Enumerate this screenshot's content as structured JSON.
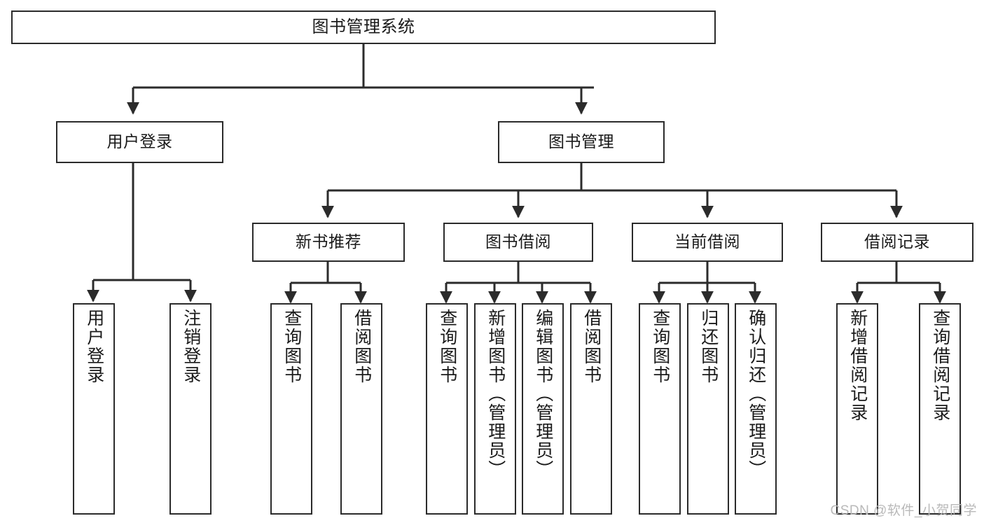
{
  "diagram": {
    "title": "图书管理系统",
    "watermark": "CSDN @软件_小贺同学",
    "colors": {
      "background": "#ffffff",
      "box_border": "#2b2b2b",
      "connector": "#2b2b2b",
      "text": "#1a1a1a",
      "watermark": "#b9b9b9"
    },
    "root": {
      "label": "图书管理系统"
    },
    "level1": [
      {
        "label": "用户登录"
      },
      {
        "label": "图书管理"
      }
    ],
    "level2": [
      {
        "label": "新书推荐"
      },
      {
        "label": "图书借阅"
      },
      {
        "label": "当前借阅"
      },
      {
        "label": "借阅记录"
      }
    ],
    "leaves": {
      "user_login": [
        {
          "label": "用户登录"
        },
        {
          "label": "注销登录"
        }
      ],
      "new_book_recommend": [
        {
          "label": "查询图书"
        },
        {
          "label": "借阅图书"
        }
      ],
      "book_borrow": [
        {
          "label": "查询图书"
        },
        {
          "label": "新增图书（管理员）"
        },
        {
          "label": "编辑图书（管理员）"
        },
        {
          "label": "借阅图书"
        }
      ],
      "current_borrow": [
        {
          "label": "查询图书"
        },
        {
          "label": "归还图书"
        },
        {
          "label": "确认归还（管理员）"
        }
      ],
      "borrow_record": [
        {
          "label": "新增借阅记录"
        },
        {
          "label": "查询借阅记录"
        }
      ]
    }
  }
}
